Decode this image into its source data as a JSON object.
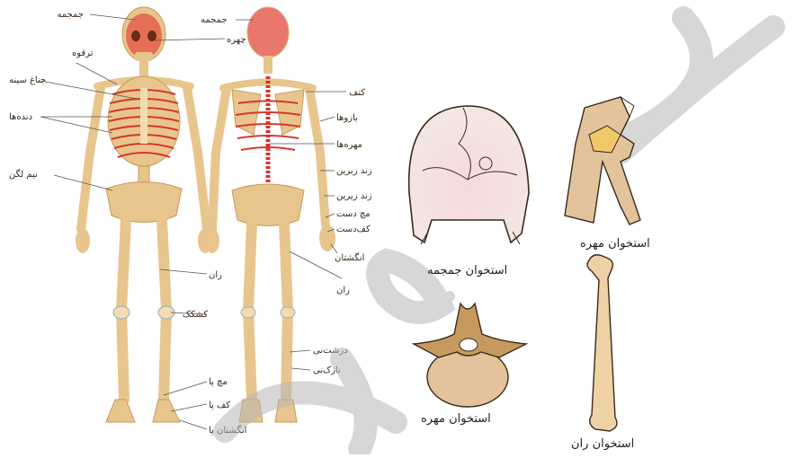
{
  "figure": {
    "colors": {
      "bone": "#e8c58c",
      "bone_light": "#f3dcb2",
      "bone_shadow": "#c79a5a",
      "red": "#d8342c",
      "skull_fill": "#f4dfe0",
      "vertebra_fill": "#e2c39b",
      "femur_fill": "#eed2a6",
      "watermark": "#b8b8b8"
    },
    "front_labels": {
      "skull": "جمجمه",
      "face": "چهره",
      "clavicle": "ترقوه",
      "sternum": "جناغ سینه",
      "ribs": "دنده‌ها",
      "pelvis": "نیم لگن",
      "femur": "ران",
      "kneecap": "کشکک",
      "ankle": "مچ پا",
      "foot": "کف پا",
      "toes": "انگشتان پا"
    },
    "back_labels": {
      "skull": "جمجمه",
      "scapula": "کتف",
      "humerus": "بازوها",
      "vertebrae": "مهره‌ها",
      "ulna": "زند زبرین",
      "radius": "زند زیرین",
      "wrist": "مچ دست",
      "palm": "کف‌دست",
      "fingers": "انگشتان",
      "femur": "ران",
      "tibia": "درشت‌نی",
      "fibula": "نازک‌نی"
    },
    "captions": {
      "skull": "استخوان جمجمه",
      "vertebra_side": "استخوان مهره",
      "vertebra_top": "استخوان مهره",
      "femur": "استخوان ران"
    }
  }
}
